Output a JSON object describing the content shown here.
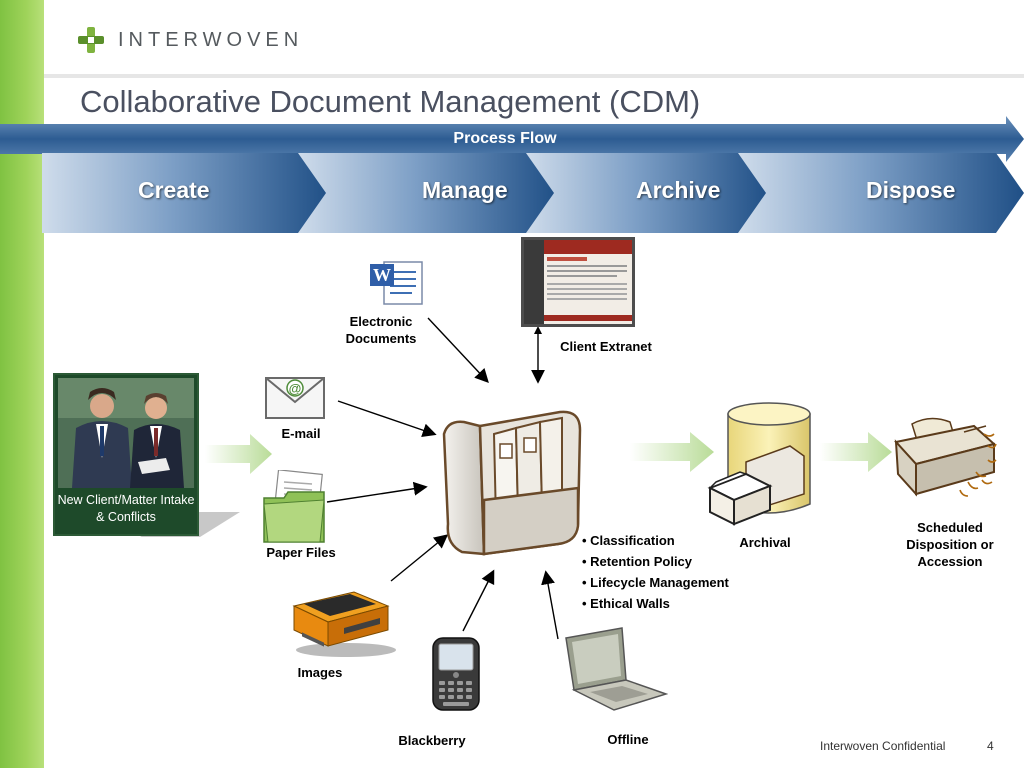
{
  "logo": {
    "text": "INTERWOVEN"
  },
  "title": "Collaborative Document Management (CDM)",
  "process": {
    "label": "Process Flow"
  },
  "phases": [
    "Create",
    "Manage",
    "Archive",
    "Dispose"
  ],
  "sources": {
    "electronic_documents": "Electronic Documents",
    "client_extranet": "Client Extranet",
    "email": "E-mail",
    "paper_files": "Paper Files",
    "images": "Images",
    "blackberry": "Blackberry",
    "offline": "Offline"
  },
  "intake": {
    "label": "New Client/Matter Intake & Conflicts"
  },
  "features": [
    "Classification",
    "Retention Policy",
    "Lifecycle Management",
    "Ethical Walls"
  ],
  "archival": {
    "label": "Archival"
  },
  "disposition": {
    "label": "Scheduled Disposition or Accession"
  },
  "footer": {
    "confidential": "Interwoven Confidential",
    "page": "4"
  },
  "colors": {
    "accent_blue": "#1f4f86",
    "green_bar": "#8fcb4f",
    "arrow_green": "#c6e3a6"
  }
}
